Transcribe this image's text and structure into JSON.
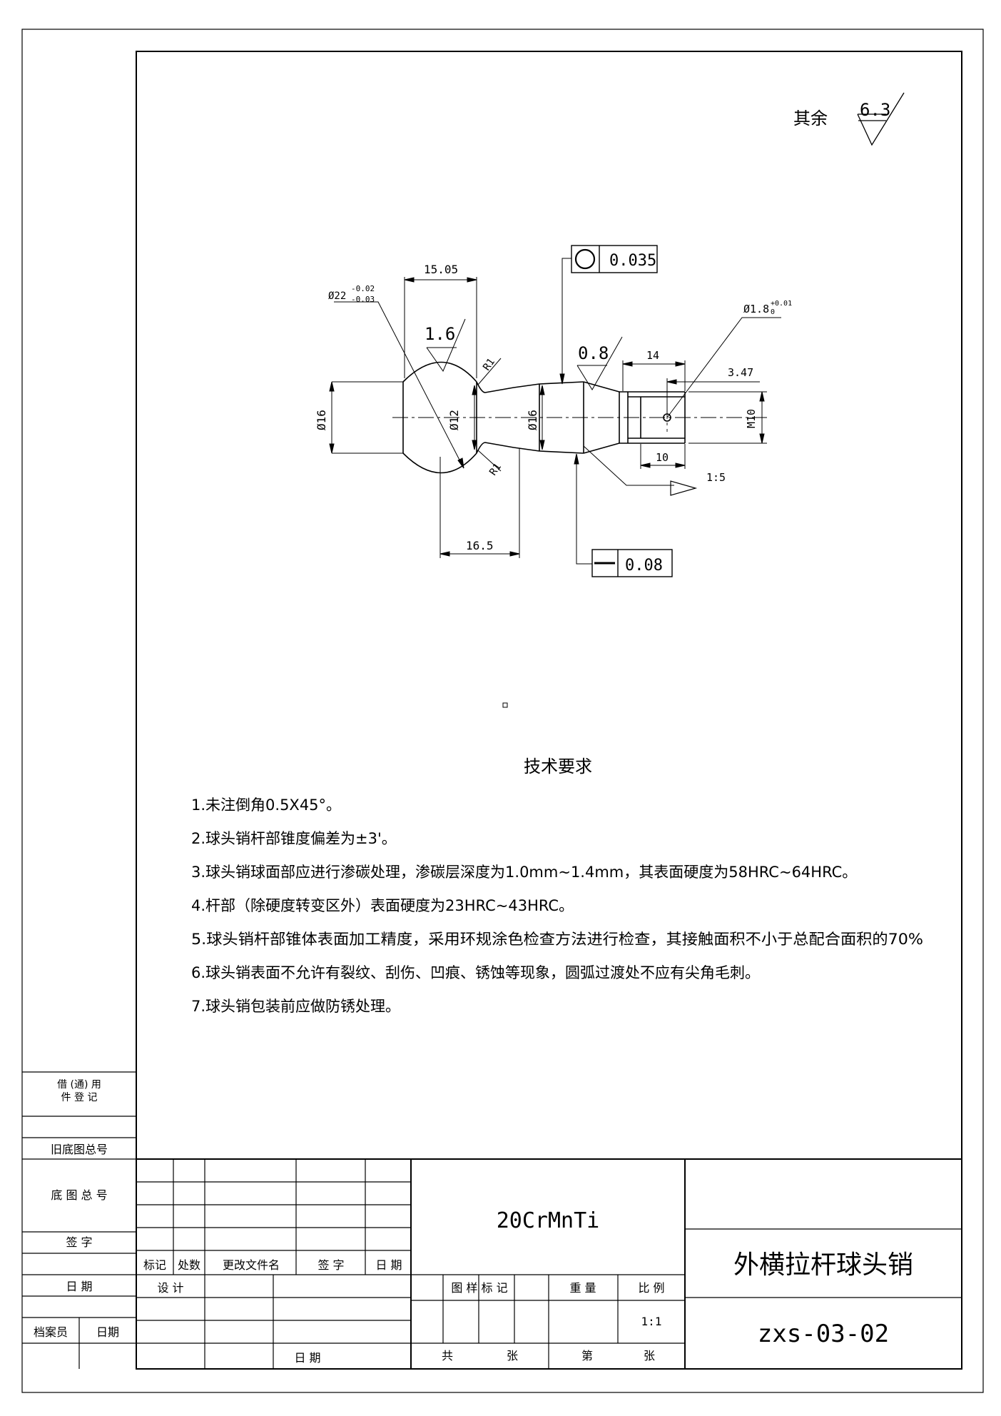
{
  "roughness_note": {
    "label": "其余",
    "value": "6.3"
  },
  "dimensions": {
    "d_ball": "Ø22",
    "d_ball_tol_upper": "-0.02",
    "d_ball_tol_lower": "-0.03",
    "len_ball": "15.05",
    "len_neck": "16.5",
    "d_left": "Ø16",
    "d_neck": "Ø12",
    "d_taper": "Ø16",
    "r_top": "R1",
    "r_bot": "R1",
    "len_thread": "14",
    "len_hole_pos": "3.47",
    "len_thread_short": "10",
    "thread": "M10",
    "d_hole": "Ø1.8",
    "d_hole_tol": "+0.01",
    "d_hole_tol_lower": "0",
    "taper": "1:5"
  },
  "surface_finish": {
    "ball": "1.6",
    "taper": "0.8"
  },
  "tolerance": {
    "roundness": "0.035",
    "straightness": "0.08"
  },
  "tech_requirements": {
    "title": "技术要求",
    "items": [
      "1.未注倒角0.5X45°。",
      "2.球头销杆部锥度偏差为±3'。",
      "3.球头销球面部应进行渗碳处理，渗碳层深度为1.0mm~1.4mm，其表面硬度为58HRC~64HRC。",
      "4.杆部（除硬度转变区外）表面硬度为23HRC~43HRC。",
      "5.球头销杆部锥体表面加工精度，采用环规涂色检查方法进行检查，其接触面积不小于总配合面积的70%",
      "6.球头销表面不允许有裂纹、刮伤、凹痕、锈蚀等现象，圆弧过渡处不应有尖角毛刺。",
      "7.球头销包装前应做防锈处理。"
    ]
  },
  "side_table": {
    "borrow_reg_1": "借 (通) 用",
    "borrow_reg_2": "件 登 记",
    "old_base_no": "旧底图总号",
    "base_no": "底 图 总 号",
    "sign": "签    字",
    "date": "日    期",
    "archivist": "档案员",
    "date2": "日期"
  },
  "title_block": {
    "mark": "标记",
    "count": "处数",
    "change_doc": "更改文件名",
    "sign": "签  字",
    "date": "日 期",
    "design": "设 计",
    "date_bottom": "日  期",
    "material": "20CrMnTi",
    "sample_mark": "图 样 标 记",
    "weight": "重 量",
    "scale_label": "比 例",
    "scale": "1:1",
    "total": "共",
    "sheets": "张",
    "sheet_no": "第",
    "sheets2": "张",
    "part_name": "外横拉杆球头销",
    "drawing_no": "zxs-03-02"
  }
}
